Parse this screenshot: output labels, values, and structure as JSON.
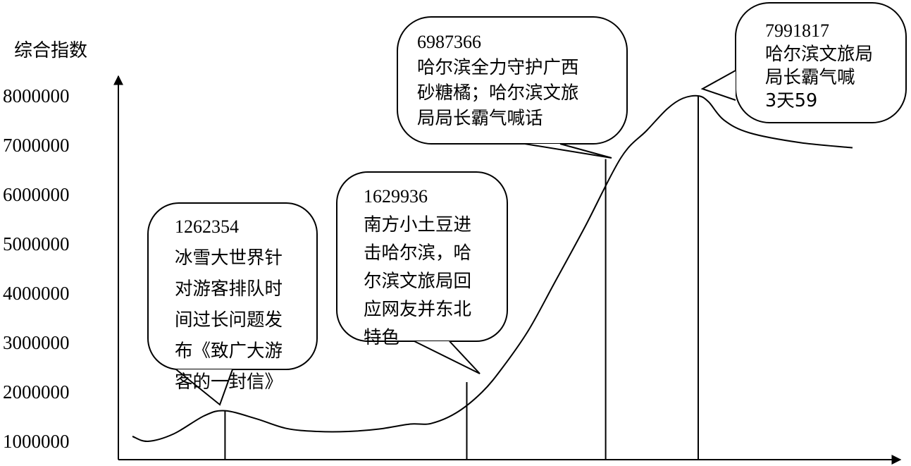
{
  "chart_data": {
    "type": "line",
    "ylabel": "综合指数",
    "yticks": [
      "8000000",
      "7000000",
      "6000000",
      "5000000",
      "4000000",
      "3000000",
      "2000000",
      "1000000"
    ],
    "ylim": [
      1000000,
      8000000
    ],
    "series": [
      {
        "values": [
          [
            0,
            1100000
          ],
          [
            3,
            1000000
          ],
          [
            8,
            1150000
          ],
          [
            14,
            1520000
          ],
          [
            18,
            1620000
          ],
          [
            24,
            1460000
          ],
          [
            30,
            1260000
          ],
          [
            36,
            1200000
          ],
          [
            42,
            1200000
          ],
          [
            48,
            1250000
          ],
          [
            54,
            1350000
          ],
          [
            58,
            1360000
          ],
          [
            63,
            1580000
          ],
          [
            68,
            2000000
          ],
          [
            72,
            2500000
          ],
          [
            77,
            3250000
          ],
          [
            82,
            4200000
          ],
          [
            88,
            5350000
          ],
          [
            95,
            6750000
          ],
          [
            100,
            7300000
          ],
          [
            104,
            7740000
          ],
          [
            107,
            7950000
          ],
          [
            110,
            8000000
          ],
          [
            112,
            7880000
          ],
          [
            115,
            7510000
          ],
          [
            120,
            7250000
          ],
          [
            130,
            7050000
          ],
          [
            140,
            6950000
          ]
        ]
      }
    ],
    "annotations": [
      {
        "index": "1262354",
        "value": 1620000,
        "x": 18,
        "lines": [
          "冰雪大世界针",
          "对游客排队时",
          "间过长问题发",
          "布《致广大游",
          "客的一封信》"
        ]
      },
      {
        "index": "1629936",
        "value": 2200000,
        "x": 65,
        "lines": [
          "南方小土豆进",
          "击哈尔滨，哈",
          "尔滨文旅局回",
          "应网友并东北",
          "特色"
        ]
      },
      {
        "index": "6987366",
        "value": 6720000,
        "x": 92,
        "lines": [
          "哈尔滨全力守护广西",
          "砂糖橘；哈尔滨文旅",
          "局局长霸气喊话"
        ]
      },
      {
        "index": "7991817",
        "value": 8000000,
        "x": 110,
        "lines": [
          "哈尔滨文旅局",
          "局长霸气喊",
          "3天59"
        ]
      }
    ]
  }
}
